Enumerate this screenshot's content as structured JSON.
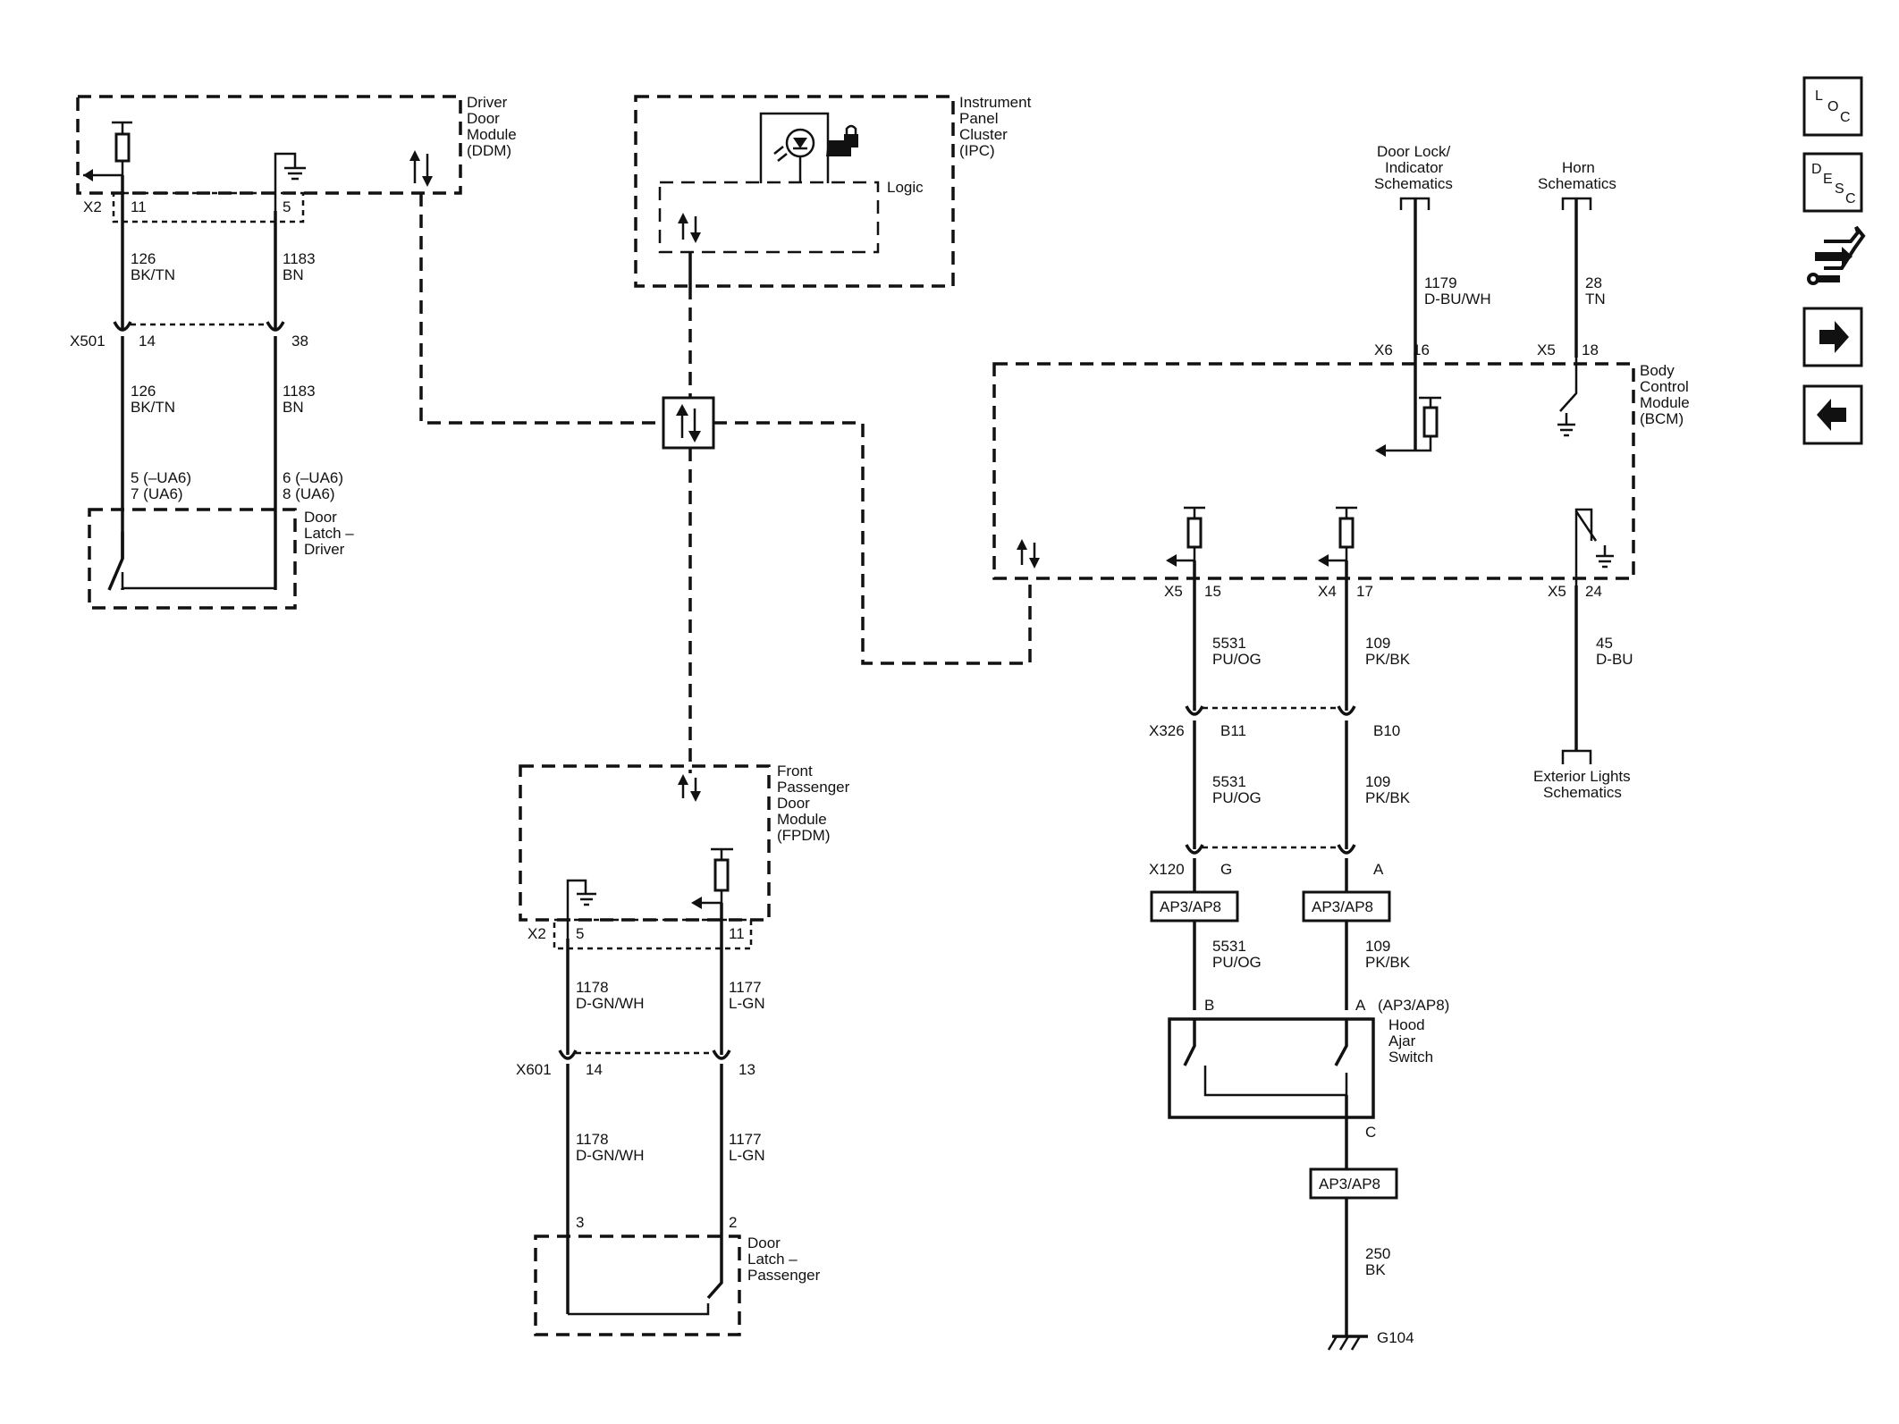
{
  "modules": {
    "ddm": {
      "line1": "Driver",
      "line2": "Door",
      "line3": "Module",
      "line4": "(DDM)"
    },
    "ipc": {
      "line1": "Instrument",
      "line2": "Panel",
      "line3": "Cluster",
      "line4": "(IPC)",
      "logic": "Logic"
    },
    "bcm": {
      "line1": "Body",
      "line2": "Control",
      "line3": "Module",
      "line4": "(BCM)"
    },
    "fpdm": {
      "line1": "Front",
      "line2": "Passenger",
      "line3": "Door",
      "line4": "Module",
      "line5": "(FPDM)"
    },
    "latch_driver": {
      "line1": "Door",
      "line2": "Latch –",
      "line3": "Driver"
    },
    "latch_passenger": {
      "line1": "Door",
      "line2": "Latch –",
      "line3": "Passenger"
    },
    "hood": {
      "line1": "Hood",
      "line2": "Ajar",
      "line3": "Switch"
    }
  },
  "refs": {
    "door_lock": {
      "line1": "Door Lock/",
      "line2": "Indicator",
      "line3": "Schematics"
    },
    "horn": {
      "line1": "Horn",
      "line2": "Schematics"
    },
    "ext_lights": {
      "line1": "Exterior Lights",
      "line2": "Schematics"
    }
  },
  "connectors": {
    "x2_ddm": "X2",
    "x501": "X501",
    "x6": "X6",
    "x5_top": "X5",
    "x5_a": "X5",
    "x4": "X4",
    "x5_b": "X5",
    "x326": "X326",
    "x120": "X120",
    "x2_fpdm": "X2",
    "x601": "X601",
    "g104": "G104"
  },
  "pins": {
    "ddm_11": "11",
    "ddm_5": "5",
    "x501_14": "14",
    "x501_38": "38",
    "bcm_16": "16",
    "bcm_18": "18",
    "bcm_15": "15",
    "bcm_17": "17",
    "bcm_24": "24",
    "x326_b11": "B11",
    "x326_b10": "B10",
    "x120_g": "G",
    "x120_a": "A",
    "fpdm_5": "5",
    "fpdm_11": "11",
    "x601_14": "14",
    "x601_13": "13",
    "hood_b": "B",
    "hood_a": "A",
    "hood_a_note": "(AP3/AP8)",
    "hood_c": "C",
    "latch_p_3": "3",
    "latch_p_2": "2",
    "latch_d_l1": "5 (–UA6)",
    "latch_d_l2": "7 (UA6)",
    "latch_d_r1": "6 (–UA6)",
    "latch_d_r2": "8 (UA6)"
  },
  "wires": {
    "w126a": {
      "num": "126",
      "color": "BK/TN"
    },
    "w1183a": {
      "num": "1183",
      "color": "BN"
    },
    "w126b": {
      "num": "126",
      "color": "BK/TN"
    },
    "w1183b": {
      "num": "1183",
      "color": "BN"
    },
    "w1179": {
      "num": "1179",
      "color": "D-BU/WH"
    },
    "w28": {
      "num": "28",
      "color": "TN"
    },
    "w5531a": {
      "num": "5531",
      "color": "PU/OG"
    },
    "w109a": {
      "num": "109",
      "color": "PK/BK"
    },
    "w45": {
      "num": "45",
      "color": "D-BU"
    },
    "w5531b": {
      "num": "5531",
      "color": "PU/OG"
    },
    "w109b": {
      "num": "109",
      "color": "PK/BK"
    },
    "w5531c": {
      "num": "5531",
      "color": "PU/OG"
    },
    "w109c": {
      "num": "109",
      "color": "PK/BK"
    },
    "w1178a": {
      "num": "1178",
      "color": "D-GN/WH"
    },
    "w1177a": {
      "num": "1177",
      "color": "L-GN"
    },
    "w1178b": {
      "num": "1178",
      "color": "D-GN/WH"
    },
    "w1177b": {
      "num": "1177",
      "color": "L-GN"
    },
    "w250": {
      "num": "250",
      "color": "BK"
    }
  },
  "options": {
    "ap_left": "AP3/AP8",
    "ap_right": "AP3/AP8",
    "ap_bottom": "AP3/AP8"
  },
  "nav": {
    "loc": {
      "c1": "L",
      "c2": "O",
      "c3": "C"
    },
    "desc": {
      "c1": "D",
      "c2": "E",
      "c3": "S",
      "c4": "C"
    },
    "icons": [
      "connector-info-icon",
      "forward-arrow-icon",
      "back-arrow-icon"
    ]
  }
}
